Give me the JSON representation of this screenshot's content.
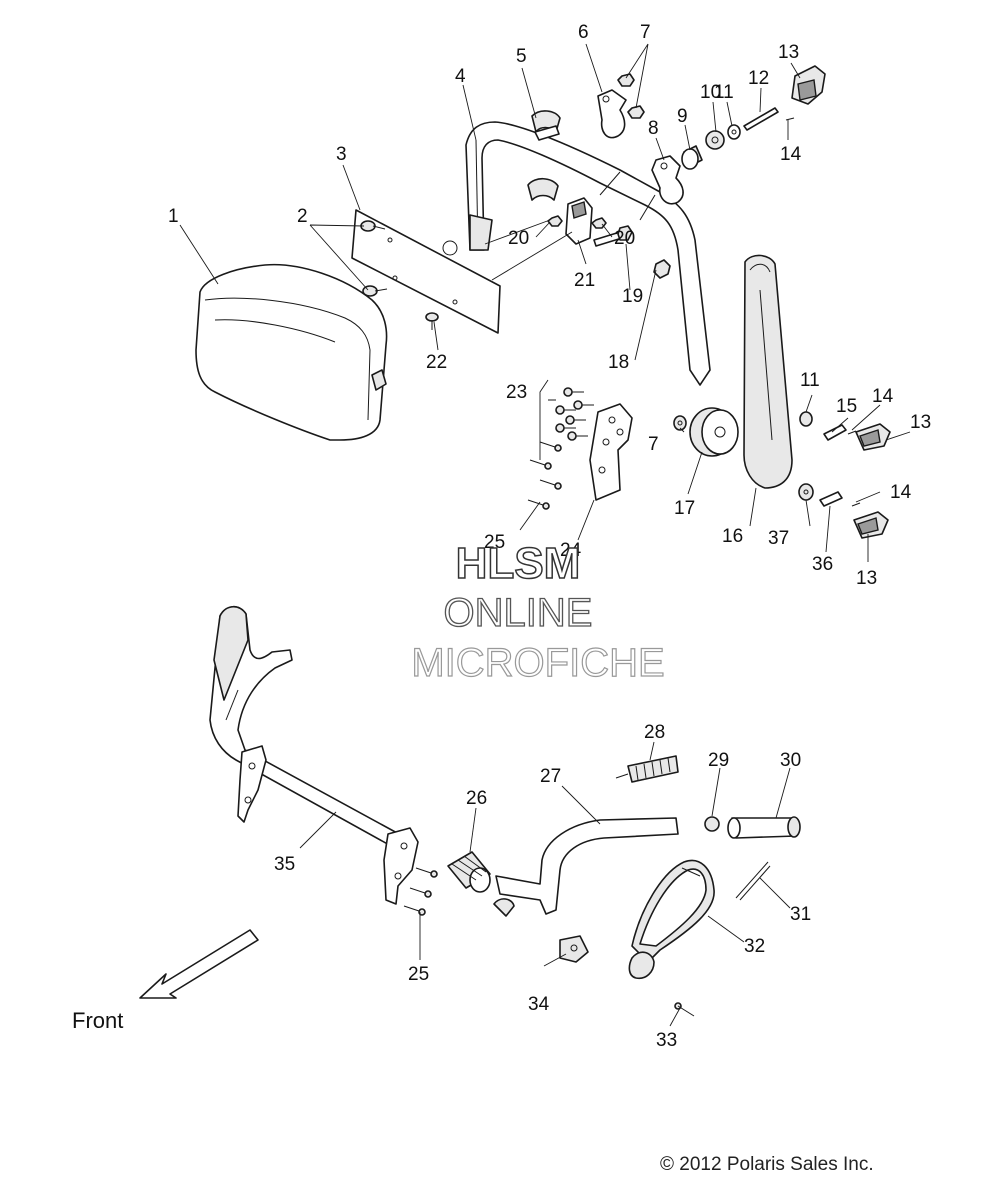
{
  "callouts": {
    "c1": "1",
    "c2": "2",
    "c3": "3",
    "c4": "4",
    "c5": "5",
    "c6": "6",
    "c7a": "7",
    "c7b": "7",
    "c8": "8",
    "c9": "9",
    "c10": "10",
    "c11a": "11",
    "c11b": "11",
    "c12": "12",
    "c13a": "13",
    "c13b": "13",
    "c13c": "13",
    "c14a": "14",
    "c14b": "14",
    "c14c": "14",
    "c15": "15",
    "c16": "16",
    "c17": "17",
    "c18": "18",
    "c19": "19",
    "c20a": "20",
    "c20b": "20",
    "c21": "21",
    "c22": "22",
    "c23": "23",
    "c24": "24",
    "c25a": "25",
    "c25b": "25",
    "c26": "26",
    "c27": "27",
    "c28": "28",
    "c29": "29",
    "c30": "30",
    "c31": "31",
    "c32": "32",
    "c33": "33",
    "c34": "34",
    "c35": "35",
    "c36": "36",
    "c37": "37"
  },
  "front_label": "Front",
  "watermark": {
    "line1": "HLSM",
    "line2": "ONLINE",
    "line3": "MICROFICHE"
  },
  "copyright": "© 2012 Polaris Sales Inc."
}
